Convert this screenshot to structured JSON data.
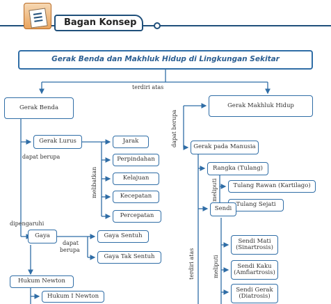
{
  "header": {
    "title": "Bagan Konsep"
  },
  "diagram": {
    "title": "Gerak Benda dan Makhluk Hidup di Lingkungan Sekitar",
    "connector_top": "terdiri atas",
    "gerak_benda": {
      "label": "Gerak Benda",
      "gerak_lurus": "Gerak Lurus",
      "dapat_berupa": "dapat berupa",
      "melibatkan": "melibatkan",
      "besaran": [
        "Jarak",
        "Perpindahan",
        "Kelajuan",
        "Kecepatan",
        "Percepatan"
      ],
      "dipengaruhi": "dipengaruhi",
      "gaya": "Gaya",
      "gaya_dapat_berupa": [
        "dapat",
        "berupa"
      ],
      "jenis_gaya": [
        "Gaya Sentuh",
        "Gaya Tak Sentuh"
      ],
      "hukum_newton": "Hukum Newton",
      "hukum_i": "Hukum I Newton"
    },
    "gerak_makhluk": {
      "label": "Gerak Makhluk Hidup",
      "dapat_berupa": "dapat berupa",
      "gerak_manusia": "Gerak pada Manusia",
      "rangka": "Rangka (Tulang)",
      "meliputi_rangka": "meliputi",
      "jenis_tulang": [
        "Tulang Rawan (Kartilago)",
        "Tulang Sejati"
      ],
      "terdiri_atas": "terdiri atas",
      "sendi": "Sendi",
      "meliputi_sendi": "meliputi",
      "jenis_sendi": [
        {
          "name": "Sendi Mati",
          "detail": "(Sinartrosis)"
        },
        {
          "name": "Sendi Kaku",
          "detail": "(Amfiartrosis)"
        },
        {
          "name": "Sendi Gerak",
          "detail": "(Diatrosis)"
        }
      ]
    }
  }
}
